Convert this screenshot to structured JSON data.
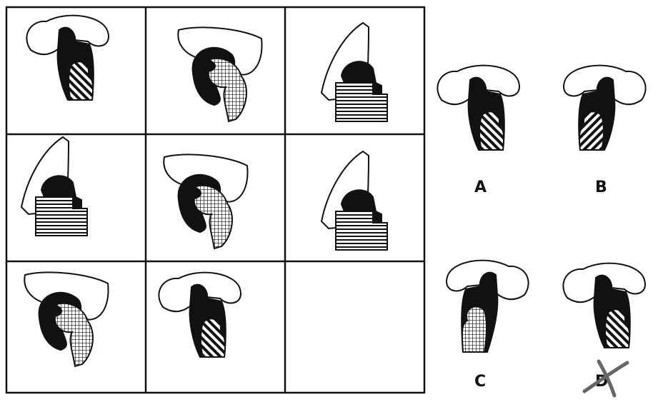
{
  "puzzle": {
    "options": {
      "a": "A",
      "b": "B",
      "c": "C",
      "d": "D"
    },
    "colors": {
      "ink": "#111111",
      "pen_mark": "#666666"
    },
    "patterns": [
      "white",
      "black",
      "diagonal-stripes",
      "crosshatch",
      "horizontal-stripes"
    ]
  }
}
